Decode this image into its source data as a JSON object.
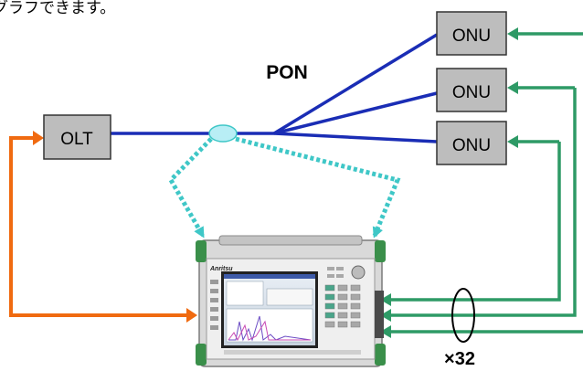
{
  "header_text": "グラフできます。",
  "pon_label": "PON",
  "olt_label": "OLT",
  "onu_labels": [
    "ONU",
    "ONU",
    "ONU"
  ],
  "multiplier_label": "×32",
  "device_brand": "Anritsu",
  "colors": {
    "pon_fiber": "#1a2db5",
    "tap": "#3fc7c7",
    "olt_link": "#f06a10",
    "onu_link": "#2e9a66",
    "box_fill": "#bdbdbd",
    "box_border": "#333333"
  }
}
